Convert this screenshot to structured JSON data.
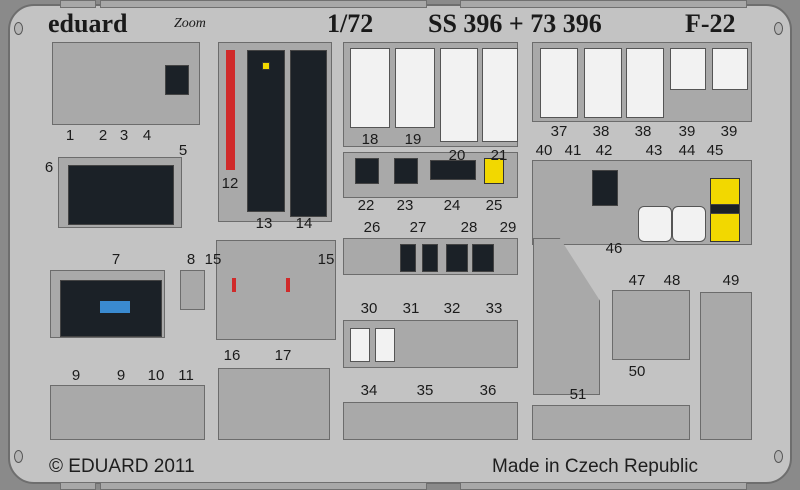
{
  "header": {
    "brand": "eduard",
    "logo_text": "Zoom",
    "scale": "1/72",
    "set_codes": "SS 396 + 73 396",
    "aircraft": "F-22"
  },
  "footer": {
    "copyright": "© EDUARD 2011",
    "origin": "Made in Czech Republic"
  },
  "part_numbers": [
    "1",
    "2",
    "3",
    "4",
    "5",
    "6",
    "7",
    "8",
    "9",
    "9",
    "10",
    "11",
    "12",
    "13",
    "14",
    "15",
    "15",
    "16",
    "17",
    "18",
    "19",
    "20",
    "21",
    "22",
    "23",
    "24",
    "25",
    "26",
    "27",
    "28",
    "29",
    "30",
    "31",
    "32",
    "33",
    "34",
    "35",
    "36",
    "37",
    "38",
    "38",
    "39",
    "39",
    "40",
    "41",
    "42",
    "43",
    "44",
    "45",
    "46",
    "47",
    "48",
    "49",
    "50",
    "51"
  ],
  "colors": {
    "fret": "#c3c3c3",
    "part": "#a9a9a9",
    "panel": "#1b2127",
    "accent_red": "#d02a2a",
    "accent_yellow": "#f2d800"
  }
}
